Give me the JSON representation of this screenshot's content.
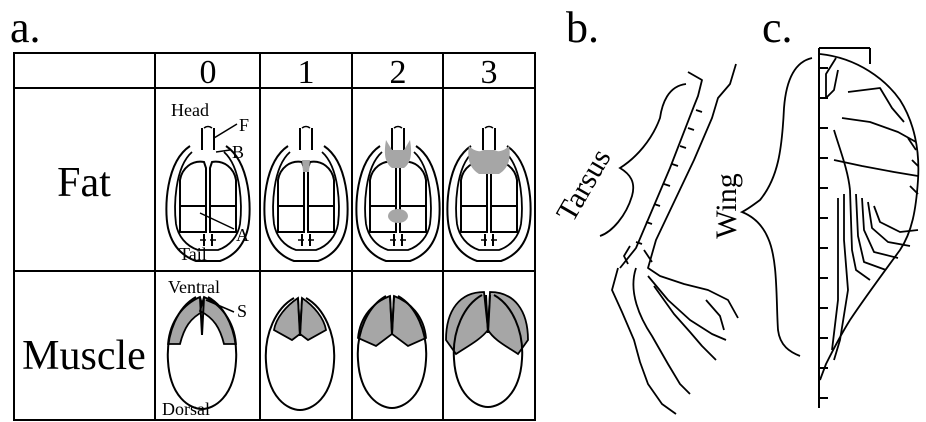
{
  "panels": {
    "a": {
      "label": "a."
    },
    "b": {
      "label": "b.",
      "part_label": "Tarsus"
    },
    "c": {
      "label": "c.",
      "part_label": "Wing"
    }
  },
  "table": {
    "score_headers": [
      "0",
      "1",
      "2",
      "3"
    ],
    "rows": [
      {
        "label": "Fat"
      },
      {
        "label": "Muscle"
      }
    ]
  },
  "fat_annotations": {
    "head": "Head",
    "tail": "Tail",
    "f": "F",
    "b": "B",
    "a": "A"
  },
  "muscle_annotations": {
    "ventral": "Ventral",
    "dorsal": "Dorsal",
    "s": "S"
  },
  "colors": {
    "line": "#000000",
    "fill_gray": "#a6a6a6",
    "background": "#ffffff"
  }
}
